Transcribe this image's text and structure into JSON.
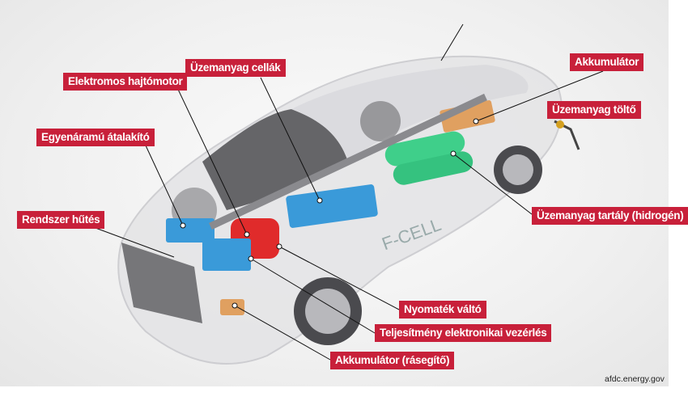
{
  "labels": {
    "electric_motor": "Elektromos hajtómotor",
    "fuel_cells": "Üzemanyag cellák",
    "battery": "Akkumulátor",
    "fuel_filler": "Üzemanyag töltő",
    "dc_converter": "Egyenáramú átalakító",
    "cooling": "Rendszer hűtés",
    "fuel_tank": "Üzemanyag tartály (hidrogén)",
    "transmission": "Nyomaték váltó",
    "power_electronics": "Teljesítmény elektronikai vezérlés",
    "aux_battery": "Akkumulátor (rásegítő)"
  },
  "car_badge": "F-CELL",
  "credit": "afdc.energy.gov",
  "colors": {
    "label_bg": "#c8203a",
    "tank": "#3fcf8a",
    "stack": "#3a9ad9",
    "motor": "#e02b2b",
    "battery": "#e0a060"
  }
}
